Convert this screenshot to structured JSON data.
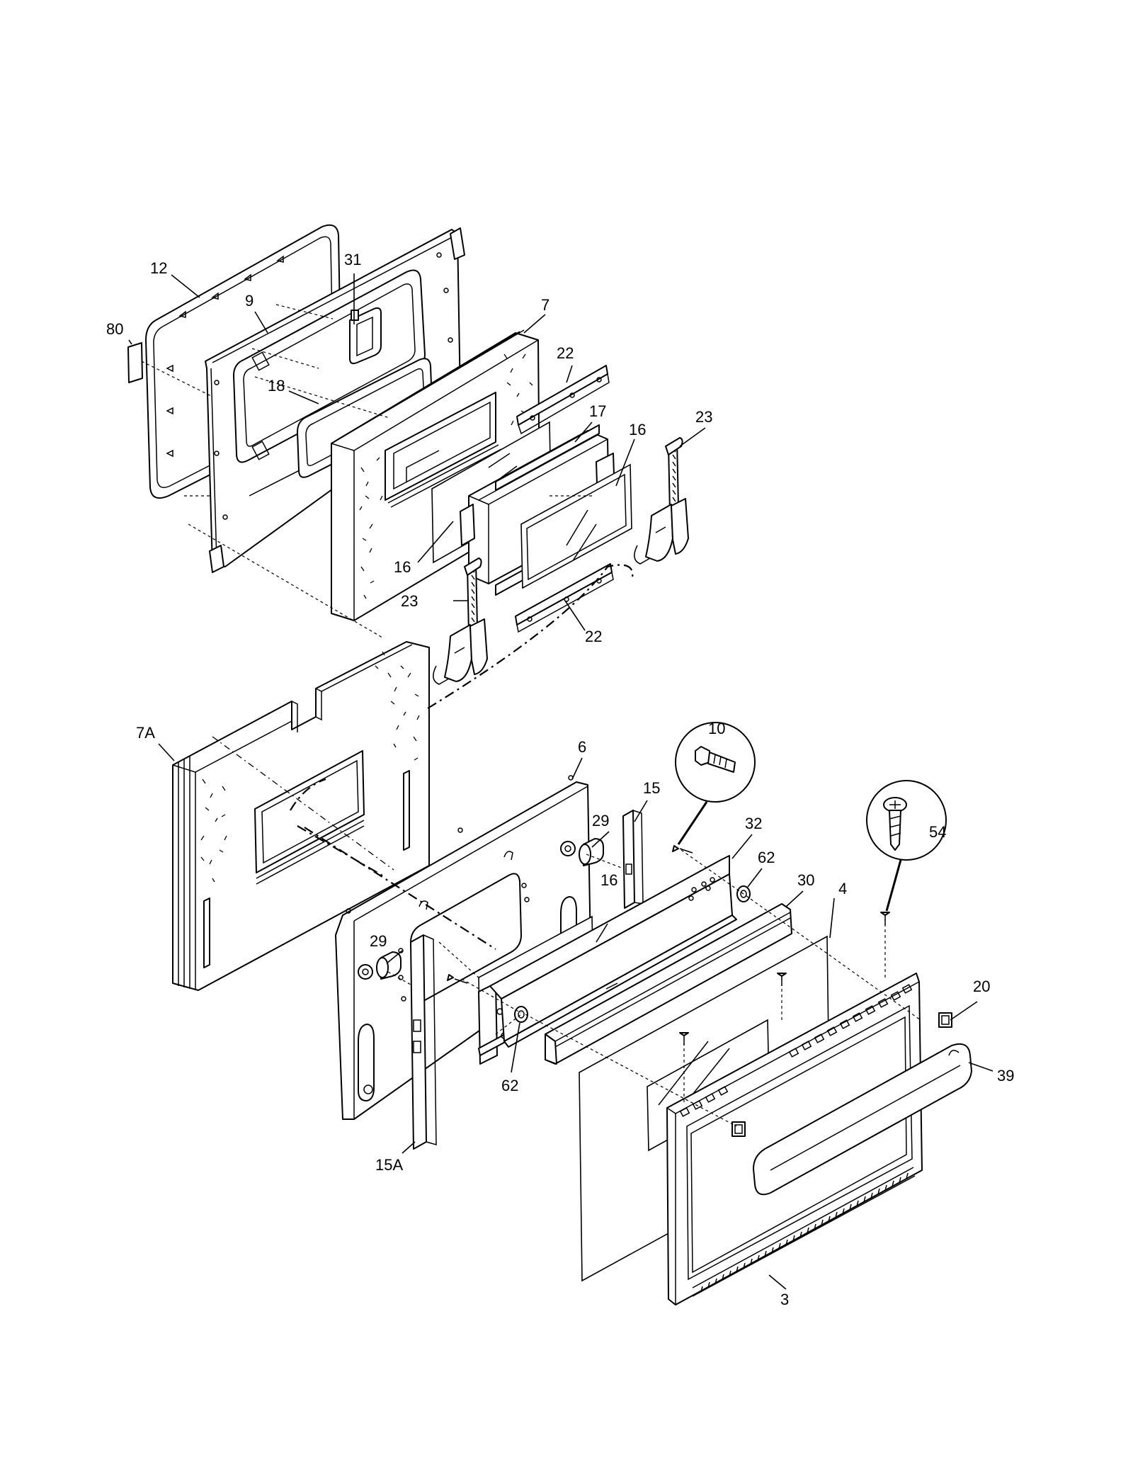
{
  "colors": {
    "line": "#000000",
    "background": "#ffffff"
  },
  "callouts": {
    "c12": "12",
    "c31": "31",
    "c9": "9",
    "c80": "80",
    "c7": "7",
    "c18": "18",
    "c22a": "22",
    "c17": "17",
    "c16a": "16",
    "c23a": "23",
    "c16b": "16",
    "c23b": "23",
    "c22b": "22",
    "c7a": "7A",
    "c6": "6",
    "c10": "10",
    "c15": "15",
    "c29a": "29",
    "c32": "32",
    "c62a": "62",
    "c30": "30",
    "c54": "54",
    "c16c": "16",
    "c29b": "29",
    "c4": "4",
    "c20": "20",
    "c39": "39",
    "c62b": "62",
    "c15a": "15A",
    "c3": "3"
  }
}
